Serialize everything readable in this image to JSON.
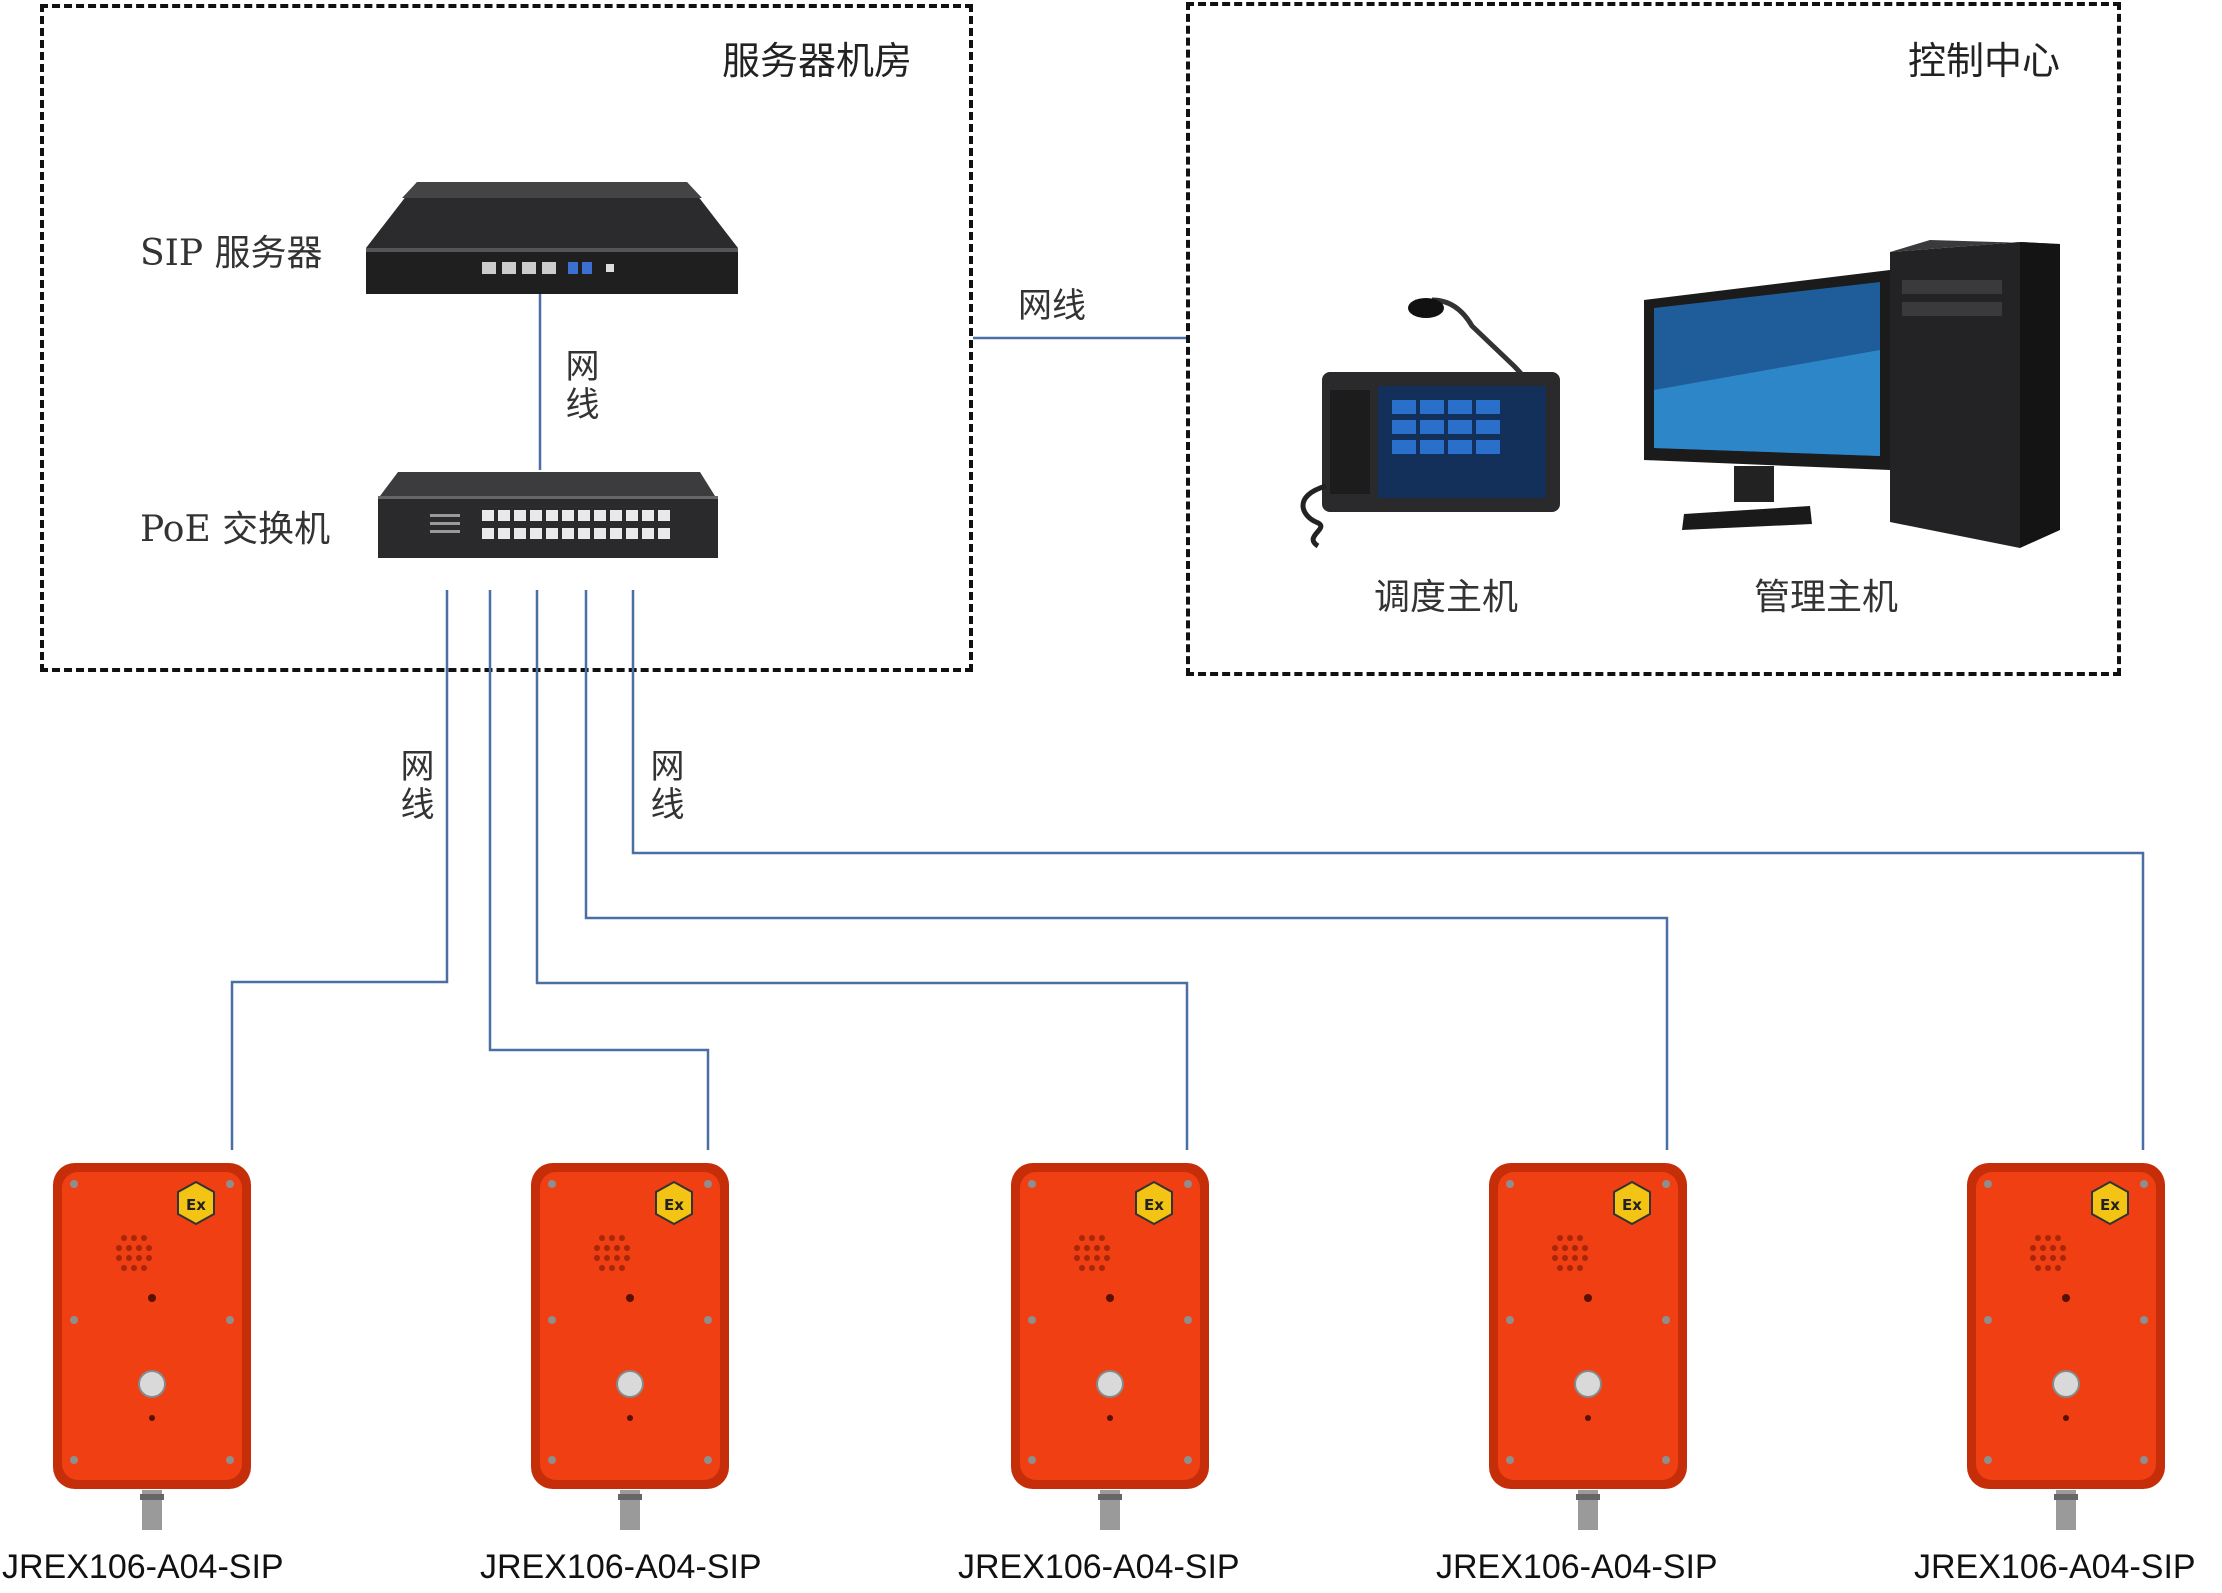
{
  "zones": {
    "server_room": "服务器机房",
    "control_center": "控制中心"
  },
  "devices": {
    "sip_server": "SIP 服务器",
    "poe_switch": "PoE 交换机",
    "dispatch_console": "调度主机",
    "management_pc": "管理主机"
  },
  "wire_labels": {
    "server_to_switch": "网线",
    "server_room_to_control": "网线",
    "switch_to_phones_left": "网线",
    "switch_to_phones_right": "网线"
  },
  "phones": [
    {
      "model": "JREX106-A04-SIP"
    },
    {
      "model": "JREX106-A04-SIP"
    },
    {
      "model": "JREX106-A04-SIP"
    },
    {
      "model": "JREX106-A04-SIP"
    },
    {
      "model": "JREX106-A04-SIP"
    }
  ],
  "colors": {
    "wire": "#4a6fa5",
    "phone_body": "#ef3f13",
    "phone_frame": "#c62e0a",
    "ex_badge": "#f3c413",
    "zone_border": "#111111"
  },
  "icons": {
    "ex_badge": "ex-hazard-badge-icon"
  }
}
